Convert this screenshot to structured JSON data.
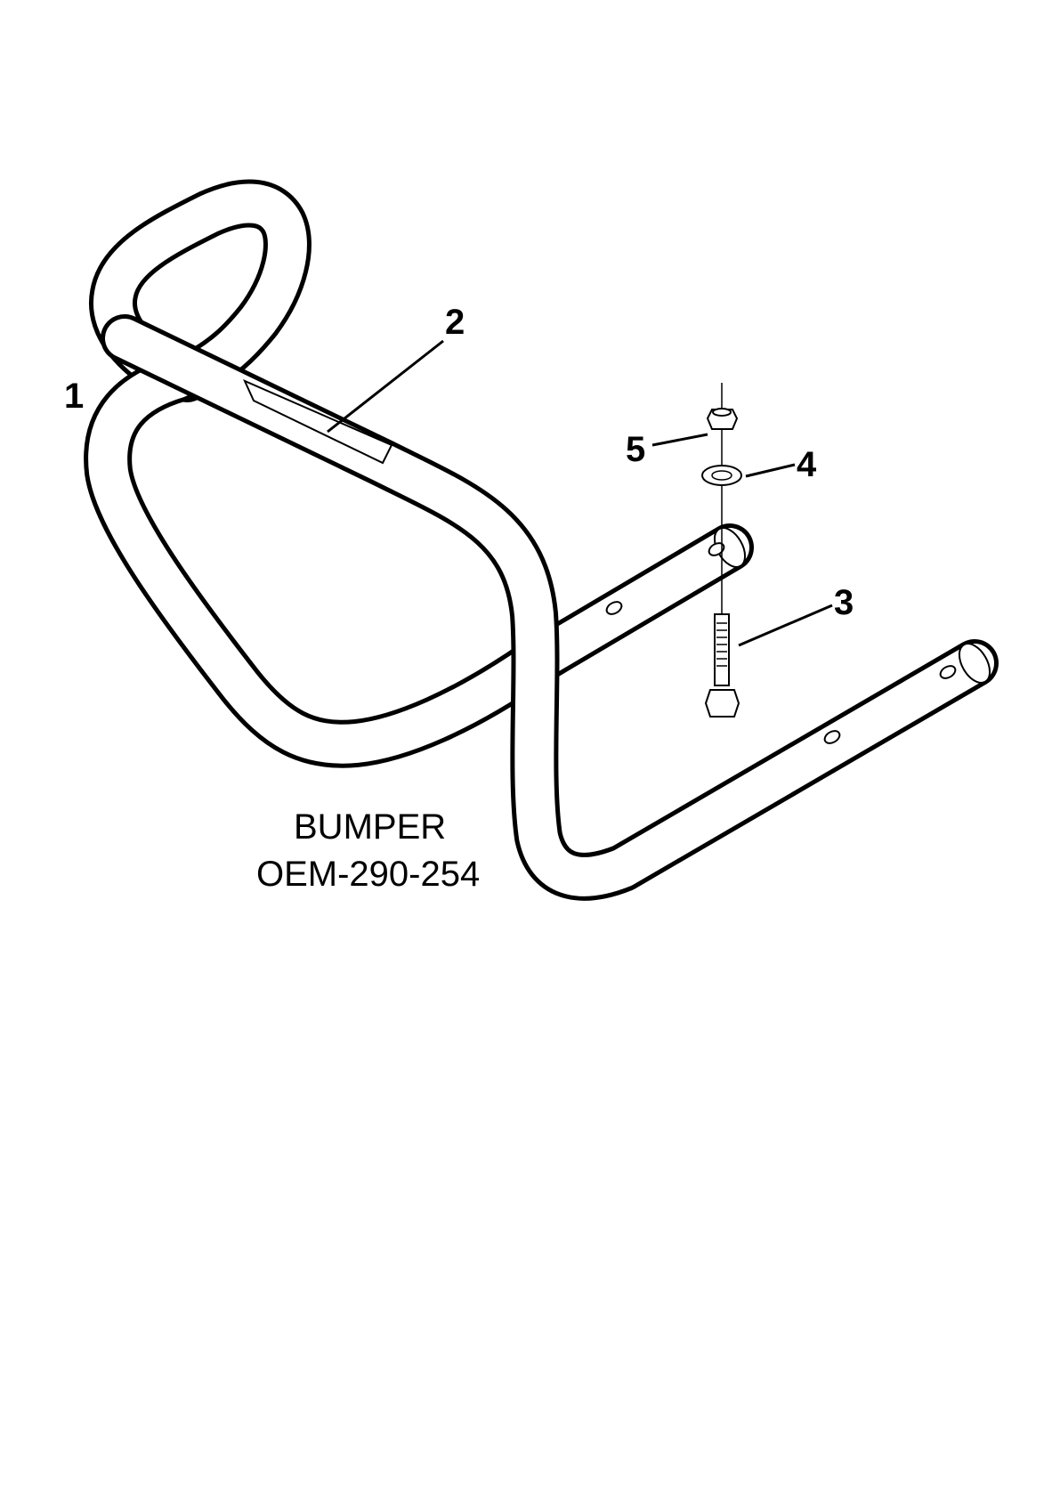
{
  "diagram": {
    "caption": {
      "line1": "BUMPER",
      "line2": "OEM-290-254"
    },
    "callouts": [
      {
        "id": "1",
        "label": "1"
      },
      {
        "id": "2",
        "label": "2"
      },
      {
        "id": "3",
        "label": "3"
      },
      {
        "id": "4",
        "label": "4"
      },
      {
        "id": "5",
        "label": "5"
      }
    ],
    "parts": [
      "bumper-frame",
      "bumper-pad",
      "bolt",
      "lock-washer",
      "hex-nut"
    ]
  }
}
